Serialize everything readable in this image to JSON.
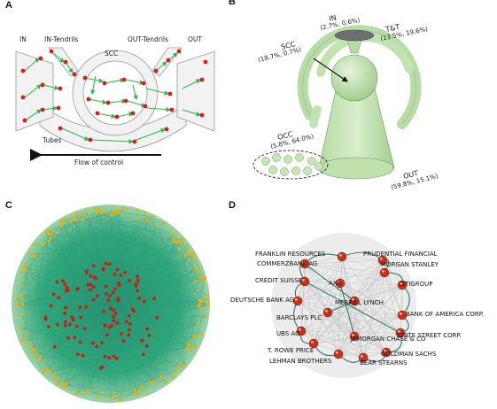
{
  "panel_letters": {
    "a": "A",
    "b": "B",
    "c": "C",
    "d": "D"
  },
  "panel_a": {
    "labels": {
      "in": "IN",
      "in_tendrils": "IN-Tendrils",
      "scc": "SCC",
      "out_tendrils": "OUT-Tendrils",
      "out": "OUT",
      "tubes": "Tubes",
      "flow": "Flow of control"
    },
    "colors": {
      "node": "#e01a1a",
      "arrow": "#2db84a",
      "shape_fill": "#f2f2f2",
      "outline": "#9a9a9a"
    }
  },
  "panel_b": {
    "in": {
      "name": "IN",
      "stats": "(2.7%, 0.6%)"
    },
    "tt": {
      "name": "T&T",
      "stats": "(13.5%, 19.6%)"
    },
    "scc": {
      "name": "SCC",
      "stats": "(18.7%, 0.7%)"
    },
    "occ": {
      "name": "OCC",
      "stats": "(5.8%, 64.0%)"
    },
    "out": {
      "name": "OUT",
      "stats": "(59.8%, 15.1%)"
    },
    "colors": {
      "fill": "#c6e6b6",
      "stroke": "#6a9a5a"
    }
  },
  "panel_c": {
    "colors": {
      "edge": "#1f9a80",
      "node_red": "#c81e12",
      "node_yellow": "#e8b010",
      "bg": "#2aa578"
    }
  },
  "panel_d": {
    "companies": [
      "FRANKLIN RESOURCES",
      "PRUDENTIAL FINANCIAL",
      "COMMERZBANK AG",
      "MORGAN STANLEY",
      "CREDIT SUISSE",
      "AXA",
      "CITIGROUP",
      "DEUTSCHE BANK AG",
      "MERRILL LYNCH",
      "BARCLAYS PLC",
      "BANK OF AMERICA CORP.",
      "UBS AG",
      "STATE STREET CORP.",
      "JPMORGAN CHASE & CO",
      "T. ROWE PRICE",
      "GOLDMAN SACHS",
      "LEHMAN BROTHERS",
      "BEAR STEARNS"
    ],
    "colors": {
      "node": "#c8301a",
      "edge_light": "#bdbdbd",
      "edge_dark": "#2e7d6b"
    }
  }
}
